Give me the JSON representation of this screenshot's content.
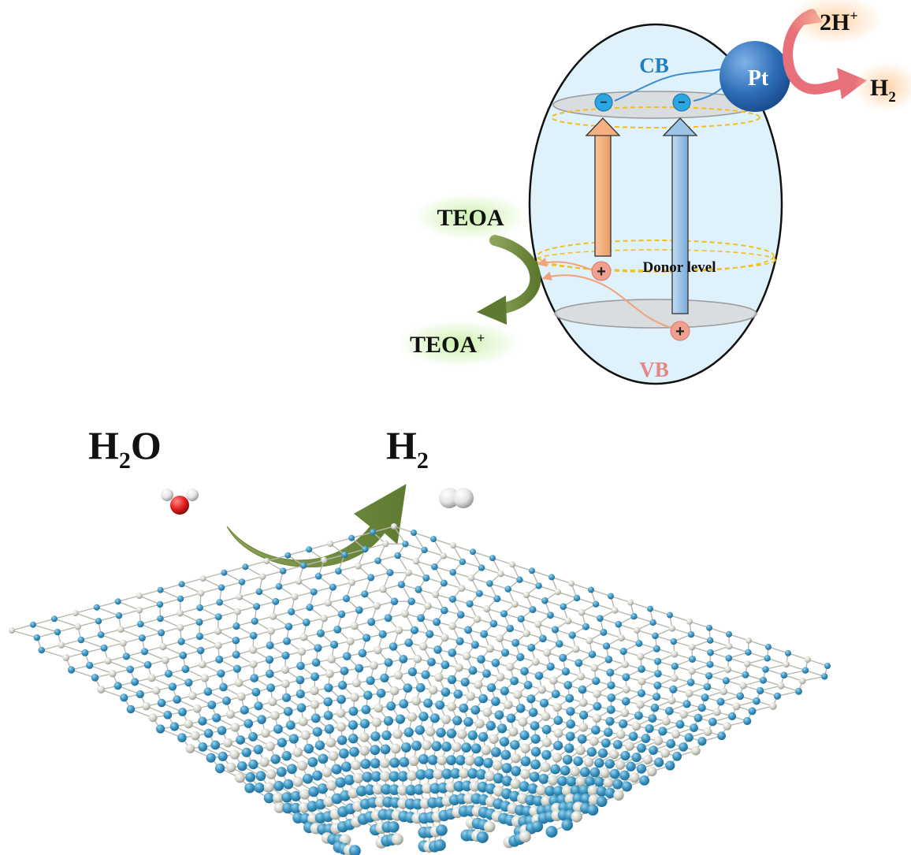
{
  "scheme": {
    "cb_label": "CB",
    "vb_label": "VB",
    "pt_label": "Pt",
    "donor_label": "Donor level",
    "electron_symbol": "−",
    "hole_symbol": "+",
    "proton_text": "2H",
    "proton_sup": "+",
    "h2_right_text": "H",
    "h2_right_sub": "2",
    "teoa_label": "TEOA",
    "teoa_plus_text": "TEOA",
    "teoa_plus_sup": "+"
  },
  "reaction": {
    "h2o_text_a": "H",
    "h2o_sub": "2",
    "h2o_text_b": "O",
    "h2_text": "H",
    "h2_sub": "2"
  },
  "colors": {
    "ellipse_fill": "#dff2fb",
    "cb_color": "#1f7fc2",
    "vb_color": "#e58787",
    "pt_color": "#2d6db6",
    "electron": "#2aa6e1",
    "hole": "#f1a08f",
    "orange_arrow": "#f4b080",
    "blue_arrow": "#9cc4e8",
    "green_arrow": "#5d7a30",
    "red_arrow": "#e8707a",
    "lattice_n": "#3e97c3",
    "lattice_c": "#cfd0c6",
    "water_o": "#e61e1e"
  },
  "icons": [
    "pt-nanoparticle-icon",
    "water-molecule-icon",
    "hydrogen-molecule-icon",
    "carbon-nitride-sheet"
  ]
}
